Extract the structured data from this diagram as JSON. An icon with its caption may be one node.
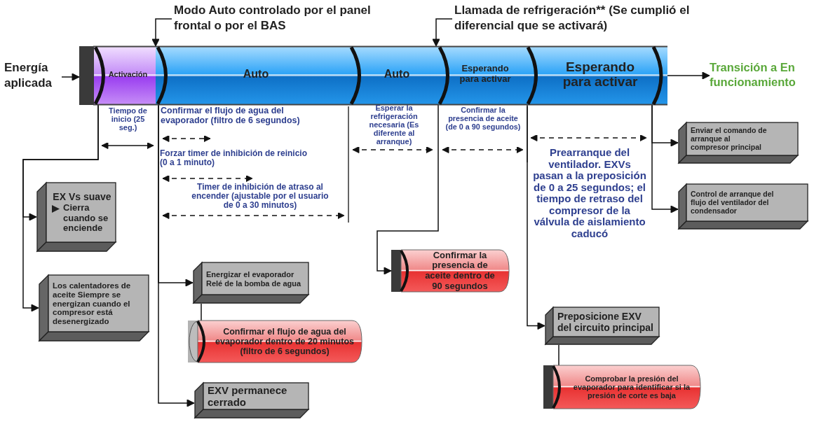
{
  "diagram": {
    "nodes": [
      {
        "text": [
          "Energía aplicada"
        ]
      },
      {
        "text": [
          "Activación"
        ]
      },
      {
        "text": [
          "Auto"
        ]
      },
      {
        "text": [
          "Auto"
        ]
      },
      {
        "text": [
          "Esperando para activar"
        ]
      },
      {
        "text": [
          "Esperando para activar"
        ]
      },
      {
        "text": [
          "Transición a En funcionamiento"
        ]
      },
      {
        "text": [
          "Modo Auto controlado por el panel frontal o por el BAS"
        ]
      },
      {
        "text": [
          "Llamada de refrigeración** (Se cumplió el diferencial que se activará)"
        ]
      },
      {
        "text": [
          "EX Vs suave",
          "Cierra cuando se enciende"
        ]
      },
      {
        "text": [
          "Los calentadores de aceite Siempre se energizan cuando el compresor está desenergizado"
        ]
      },
      {
        "text": [
          "Energizar el evaporador Relé de la bomba de agua"
        ]
      },
      {
        "text": [
          "Confirmar el flujo de agua del evaporador dentro de 20 minutos (filtro de 6 segundos)"
        ]
      },
      {
        "text": [
          "EXV permanece cerrado"
        ]
      },
      {
        "text": [
          "Confirmar la presencia de aceite dentro de 90 segundos"
        ]
      },
      {
        "text": [
          "Enviar el comando de arranque al compresor principal"
        ]
      },
      {
        "text": [
          "Control de arranque del flujo del ventilador del condensador"
        ]
      },
      {
        "text": [
          "Preposicione EXV del circuito principal"
        ]
      },
      {
        "text": [
          "Comprobar la presión del evaporador para identificar si la presión de corte es baja"
        ]
      }
    ],
    "edges": [
      {
        "from": 0,
        "to": 1,
        "arrow": "to"
      },
      {
        "from": 5,
        "to": 6,
        "arrow": "to"
      },
      {
        "from": 7,
        "to": 2,
        "arrow": "to"
      },
      {
        "from": 8,
        "to": 4,
        "arrow": "to"
      },
      {
        "from": 1,
        "to": 9,
        "arrow": "to"
      },
      {
        "from": 1,
        "to": 10,
        "arrow": "to"
      },
      {
        "from": 2,
        "to": 11,
        "arrow": "to"
      },
      {
        "from": 2,
        "to": 13,
        "arrow": "to"
      },
      {
        "from": 11,
        "to": 12,
        "arrow": "none"
      },
      {
        "from": 4,
        "to": 14,
        "arrow": "to"
      },
      {
        "from": 5,
        "to": 17,
        "arrow": "to"
      },
      {
        "from": 5,
        "to": 15,
        "arrow": "to"
      },
      {
        "from": 5,
        "to": 16,
        "arrow": "to"
      },
      {
        "from": 17,
        "to": 18,
        "arrow": "none"
      }
    ],
    "labels": [
      "Tiempo de inicio (25 seg.)",
      "Confirmar el flujo de agua del evaporador (filtro de 6 segundos)",
      "Forzar timer de inhibición de reinicio (0 a 1 minuto)",
      "Timer de inhibición de atraso al encender (ajustable por el usuario de 0 a 30 minutos)",
      "Esperar la refrigeración necesaria (Es diferente al arranque)",
      "Confirmar la presencia de aceite (de 0 a 90 segundos)",
      "Prearranque del ventilador. EXVs pasan a la preposición de 0 a 25 segundos; el tiempo de retraso del compresor de la válvula de aislamiento caducó"
    ]
  }
}
